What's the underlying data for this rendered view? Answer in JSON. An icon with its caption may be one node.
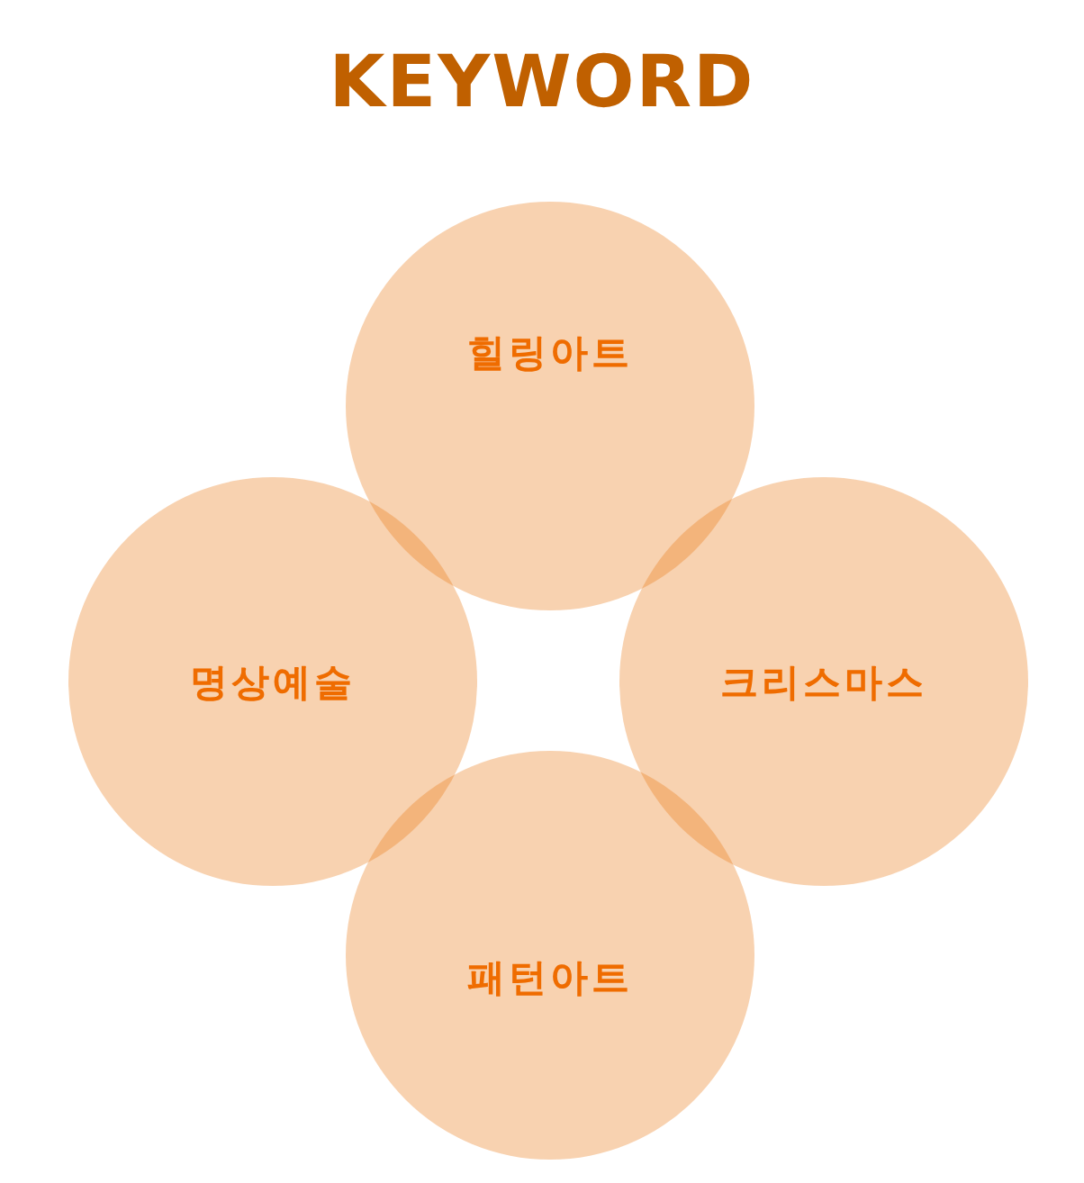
{
  "diagram": {
    "title": "KEYWORD",
    "nodes": [
      {
        "text": [
          "힐링아트"
        ]
      },
      {
        "text": [
          "명상예술"
        ]
      },
      {
        "text": [
          "크리스마스"
        ]
      },
      {
        "text": [
          "패턴아트"
        ]
      }
    ]
  }
}
